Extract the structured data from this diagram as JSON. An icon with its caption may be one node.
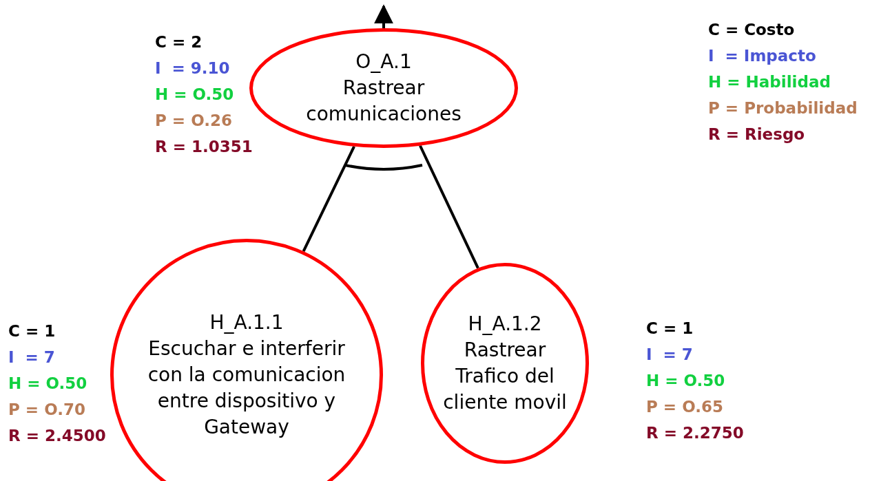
{
  "diagram": {
    "nodes": [
      {
        "text": [
          "O_A.1",
          "Rastrear comunicaciones"
        ],
        "beside": [
          "C = 2",
          "I  = 9.10",
          "H = O.50",
          "P = O.26",
          "R = 1.0351"
        ]
      },
      {
        "text": [
          "H_A.1.1",
          "Escuchar e interferir con la comunicacion entre dispositivo y Gateway"
        ],
        "beside": [
          "C = 1",
          "I  = 7",
          "H = O.50",
          "P = O.70",
          "R = 2.4500"
        ]
      },
      {
        "text": [
          "H_A.1.2",
          "Rastrear Trafico del cliente movil"
        ],
        "beside": [
          "C = 1",
          "I  = 7",
          "H = O.50",
          "P = O.65",
          "R = 2.2750"
        ]
      }
    ],
    "edges": [
      {
        "from": 0,
        "to": null,
        "arrow": "to"
      },
      {
        "from": 0,
        "to": 1,
        "arrow": "none"
      },
      {
        "from": 0,
        "to": 2,
        "arrow": "none"
      }
    ],
    "legend": [
      {
        "text": "C = Costo",
        "color": "#000000"
      },
      {
        "text": "I  = Impacto",
        "color": "#4a55d4"
      },
      {
        "text": "H = Habilidad",
        "color": "#12d040"
      },
      {
        "text": "P = Probabilidad",
        "color": "#b97c56"
      },
      {
        "text": "R = Riesgo",
        "color": "#840a28"
      }
    ]
  }
}
